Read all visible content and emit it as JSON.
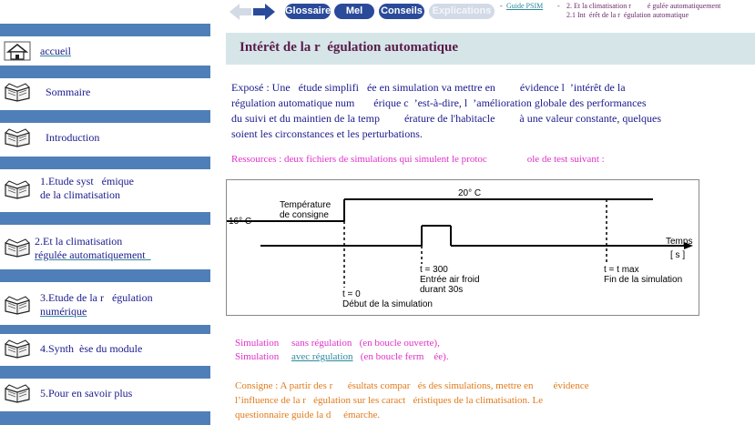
{
  "nav": {
    "buttons": [
      "Glossaire",
      "Mel",
      "Conseils",
      "Explications"
    ],
    "breadcrumb": {
      "link": "Guide PSIM",
      "separator": "-",
      "line1": "2. Et la climatisation r         é gulée automatiquement",
      "line2": "2.1 Int  érêt de la r  égulation automatique"
    }
  },
  "sidebar": {
    "items": [
      {
        "icon": "home-icon",
        "line1": "accueil",
        "line2": "",
        "underline": true
      },
      {
        "icon": "open-book-icon",
        "line1": "Sommaire",
        "line2": "",
        "underline": false
      },
      {
        "icon": "open-book-icon",
        "line1": "Introduction",
        "line2": "",
        "underline": false
      },
      {
        "icon": "open-book-icon",
        "line1": "1.Etude syst   émique",
        "line2": "de la climatisation",
        "underline": false
      },
      {
        "icon": "open-book-icon",
        "line1": "2.Et la climatisation",
        "line2": "régulée automatiquement",
        "underline": true
      },
      {
        "icon": "open-book-icon",
        "line1": "3.Etude de la r   égulation",
        "line2": "numérique",
        "underline": true
      },
      {
        "icon": "open-book-icon",
        "line1": "4.Synth  èse du module",
        "line2": "",
        "underline": false
      },
      {
        "icon": "open-book-icon",
        "line1": "5.Pour en savoir plus",
        "line2": "",
        "underline": false
      }
    ],
    "accent_color": "#4f7fb8"
  },
  "main": {
    "title": "Intérêt de la r  égulation automatique",
    "expose": [
      "Exposé : Une   étude simplifi   ée en simulation va mettre en         évidence l  ’intérêt de la",
      "régulation automatique num       érique c  ’est-à-dire, l  ’amélioration globale des performances",
      "du suivi et du maintien de la temp         érature de l'habitacle         à une valeur constante, quelques",
      "soient les circonstances et les perturbations."
    ],
    "ressources": "Ressources : deux fichiers de simulations qui simulent le protoc                ole de test suivant :",
    "figure": {
      "setpoint_label_1": "Température",
      "setpoint_label_2": "de consigne",
      "initial_temp": "16° C",
      "final_temp": "20° C",
      "axis_label": "Temps",
      "axis_unit": "[ s ]",
      "t0_label": "t = 0",
      "t0_caption": "Début de la simulation",
      "t300_label": "t = 300",
      "t300_caption_1": "Entrée air froid",
      "t300_caption_2": "durant 30s",
      "tmax_label": "t = t max",
      "tmax_caption": "Fin de la simulation"
    },
    "simulations": {
      "line1_prefix": "Simulation     sans régulation   (en boucle ouverte),",
      "line2_prefix": "Simulation     ",
      "line2_link": "avec régulation",
      "line2_suffix": "   (en boucle ferm    ée)."
    },
    "consigne": [
      "Consigne : A partir des r      ésultats compar   és des simulations, mettre en        évidence",
      "l’influence de la r   égulation sur les caract   éristiques de la climatisation. Le",
      "questionnaire guide la d     émarche."
    ]
  }
}
